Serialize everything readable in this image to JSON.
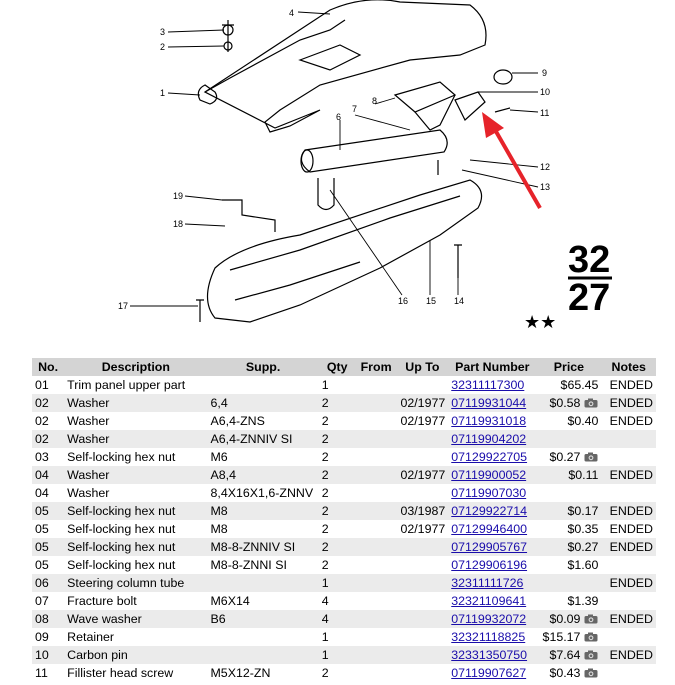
{
  "diagram": {
    "group_top": "32",
    "group_bottom": "27",
    "stars": "★★",
    "callouts": [
      "1",
      "2",
      "3",
      "4",
      "6",
      "7",
      "8",
      "9",
      "10",
      "11",
      "12",
      "13",
      "14",
      "15",
      "16",
      "17",
      "18",
      "19"
    ]
  },
  "table": {
    "headers": {
      "no": "No.",
      "desc": "Description",
      "supp": "Supp.",
      "qty": "Qty",
      "from": "From",
      "upto": "Up To",
      "pn": "Part Number",
      "price": "Price",
      "notes": "Notes"
    },
    "rows": [
      {
        "no": "01",
        "desc": "Trim panel upper part",
        "supp": "",
        "qty": "1",
        "from": "",
        "upto": "",
        "pn": "32311117300",
        "price": "$65.45",
        "cam": false,
        "notes": "ENDED"
      },
      {
        "no": "02",
        "desc": "Washer",
        "supp": "6,4",
        "qty": "2",
        "from": "",
        "upto": "02/1977",
        "pn": "07119931044",
        "price": "$0.58",
        "cam": true,
        "notes": "ENDED"
      },
      {
        "no": "02",
        "desc": "Washer",
        "supp": "A6,4-ZNS",
        "qty": "2",
        "from": "",
        "upto": "02/1977",
        "pn": "07119931018",
        "price": "$0.40",
        "cam": false,
        "notes": "ENDED"
      },
      {
        "no": "02",
        "desc": "Washer",
        "supp": "A6,4-ZNNIV SI",
        "qty": "2",
        "from": "",
        "upto": "",
        "pn": "07119904202",
        "price": "",
        "cam": false,
        "notes": ""
      },
      {
        "no": "03",
        "desc": "Self-locking hex nut",
        "supp": "M6",
        "qty": "2",
        "from": "",
        "upto": "",
        "pn": "07129922705",
        "price": "$0.27",
        "cam": true,
        "notes": ""
      },
      {
        "no": "04",
        "desc": "Washer",
        "supp": "A8,4",
        "qty": "2",
        "from": "",
        "upto": "02/1977",
        "pn": "07119900052",
        "price": "$0.11",
        "cam": false,
        "notes": "ENDED"
      },
      {
        "no": "04",
        "desc": "Washer",
        "supp": "8,4X16X1,6-ZNNV",
        "qty": "2",
        "from": "",
        "upto": "",
        "pn": "07119907030",
        "price": "",
        "cam": false,
        "notes": ""
      },
      {
        "no": "05",
        "desc": "Self-locking hex nut",
        "supp": "M8",
        "qty": "2",
        "from": "",
        "upto": "03/1987",
        "pn": "07129922714",
        "price": "$0.17",
        "cam": false,
        "notes": "ENDED"
      },
      {
        "no": "05",
        "desc": "Self-locking hex nut",
        "supp": "M8",
        "qty": "2",
        "from": "",
        "upto": "02/1977",
        "pn": "07129946400",
        "price": "$0.35",
        "cam": false,
        "notes": "ENDED"
      },
      {
        "no": "05",
        "desc": "Self-locking hex nut",
        "supp": "M8-8-ZNNIV SI",
        "qty": "2",
        "from": "",
        "upto": "",
        "pn": "07129905767",
        "price": "$0.27",
        "cam": false,
        "notes": "ENDED"
      },
      {
        "no": "05",
        "desc": "Self-locking hex nut",
        "supp": "M8-8-ZNNI SI",
        "qty": "2",
        "from": "",
        "upto": "",
        "pn": "07129906196",
        "price": "$1.60",
        "cam": false,
        "notes": ""
      },
      {
        "no": "06",
        "desc": "Steering column tube",
        "supp": "",
        "qty": "1",
        "from": "",
        "upto": "",
        "pn": "32311111726",
        "price": "",
        "cam": false,
        "notes": "ENDED"
      },
      {
        "no": "07",
        "desc": "Fracture bolt",
        "supp": "M6X14",
        "qty": "4",
        "from": "",
        "upto": "",
        "pn": "32321109641",
        "price": "$1.39",
        "cam": false,
        "notes": ""
      },
      {
        "no": "08",
        "desc": "Wave washer",
        "supp": "B6",
        "qty": "4",
        "from": "",
        "upto": "",
        "pn": "07119932072",
        "price": "$0.09",
        "cam": true,
        "notes": "ENDED"
      },
      {
        "no": "09",
        "desc": "Retainer",
        "supp": "",
        "qty": "1",
        "from": "",
        "upto": "",
        "pn": "32321118825",
        "price": "$15.17",
        "cam": true,
        "notes": ""
      },
      {
        "no": "10",
        "desc": "Carbon pin",
        "supp": "",
        "qty": "1",
        "from": "",
        "upto": "",
        "pn": "32331350750",
        "price": "$7.64",
        "cam": true,
        "notes": "ENDED"
      },
      {
        "no": "11",
        "desc": "Fillister head screw",
        "supp": "M5X12-ZN",
        "qty": "2",
        "from": "",
        "upto": "",
        "pn": "07119907627",
        "price": "$0.43",
        "cam": true,
        "notes": ""
      }
    ]
  }
}
